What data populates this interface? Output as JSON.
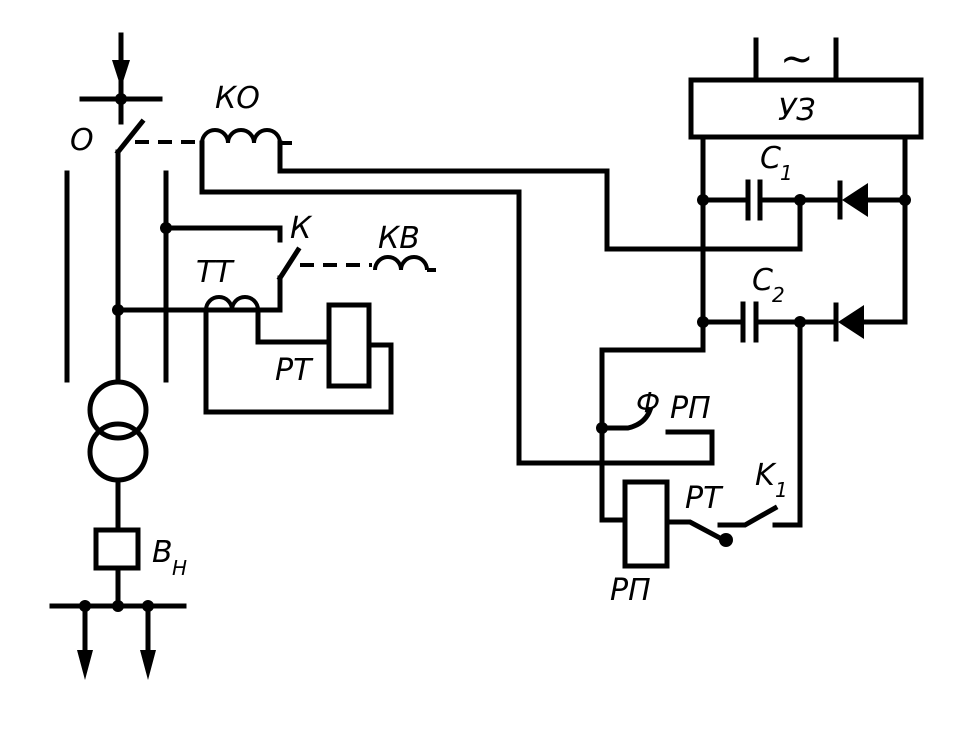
{
  "diagram": {
    "type": "electrical-schematic",
    "colors": {
      "ink": "#000000",
      "paper": "#ffffff"
    },
    "labels": {
      "separator": "О",
      "separator_drive_coil": "КО",
      "current_transformer": "ТТ",
      "short_circuiter": "К",
      "short_circuiter_drive_coil": "КВ",
      "current_relay": "РТ",
      "protection_device": "УЗ",
      "ac_supply": "~",
      "capacitor_1": "C",
      "capacitor_1_index": "1",
      "capacitor_2": "C",
      "capacitor_2_index": "2",
      "intermediate_relay_contact": "РП",
      "intermediate_relay_coil": "РП",
      "current_relay_contact": "РТ",
      "contact_k1": "K",
      "contact_k1_index": "1",
      "breaker": "В",
      "breaker_index": "Н"
    }
  }
}
